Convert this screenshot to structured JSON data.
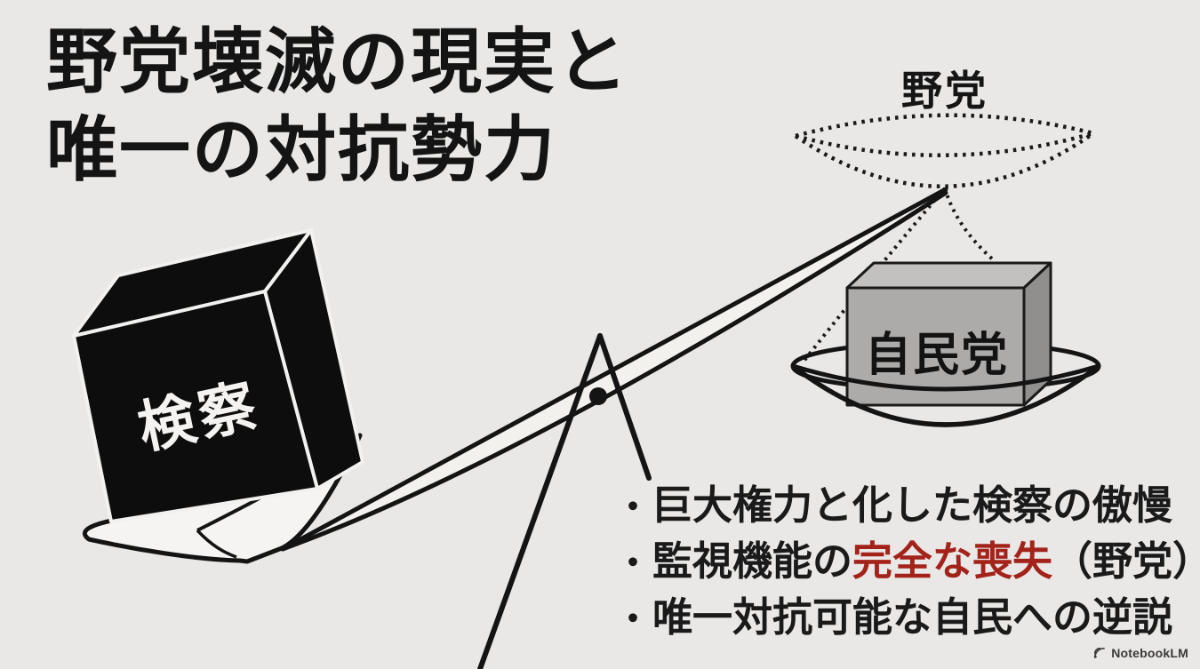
{
  "page": {
    "background": "#e9e8e6",
    "ink": "#141414",
    "accent_red": "#a3221a"
  },
  "title": {
    "line1": "野党壊滅の現実と",
    "line2": "唯一の対抗勢力"
  },
  "scale": {
    "top_label": "野党",
    "right_box_label": "自民党",
    "left_cube_label": "検察",
    "colors": {
      "prosecution_cube": "#0d0d0d",
      "ldp_box_front": "#adabaa",
      "ldp_box_top": "#c3c1bf",
      "ldp_box_side": "#918f8d"
    }
  },
  "bullets": {
    "marker": "・",
    "items": [
      {
        "text": "巨大権力と化した検察の傲慢"
      },
      {
        "prefix": "監視機能の",
        "highlight": "完全な喪失",
        "suffix": "（野党）"
      },
      {
        "text": "唯一対抗可能な自民への逆説"
      }
    ]
  },
  "watermark": {
    "label": "NotebookLM"
  }
}
